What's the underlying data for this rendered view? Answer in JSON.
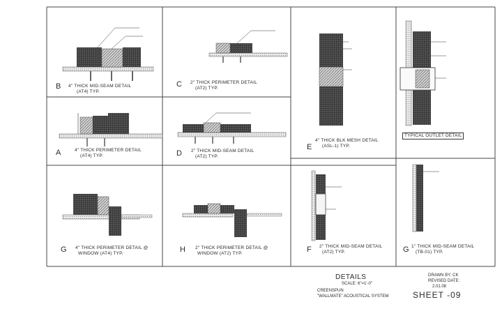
{
  "details": {
    "B": {
      "letter": "B",
      "line1": "4\" THICK MID-SEAM DETAIL",
      "line2": "(AT4) TYP."
    },
    "C": {
      "letter": "C",
      "line1": "2\" THICK PERIMETER DETAIL",
      "line2": "(AT2) TYP."
    },
    "A": {
      "letter": "A",
      "line1": "4\" THICK PERIMETER DETAIL",
      "line2": "(AT4) TYP."
    },
    "D": {
      "letter": "D",
      "line1": "2\" THICK MID-SEAM DETAIL",
      "line2": "(AT2) TYP."
    },
    "E": {
      "letter": "E",
      "line1": "4\" THICK BLK MESH DETAIL",
      "line2": "(ASL-1) TYP."
    },
    "G4": {
      "letter": "G",
      "line1": "4\" THICK PERIMETER DETAIL @",
      "line2": "WINDOW (AT4) TYP."
    },
    "H": {
      "letter": "H",
      "line1": "2\" THICK PERIMETER DETAIL @",
      "line2": "WINDOW (AT2) TYP."
    },
    "F": {
      "letter": "F",
      "line1": "2\" THICK MID-SEAM DETAIL",
      "line2": "(AT2) TYP."
    },
    "G1": {
      "letter": "G",
      "line1": "1\" THICK MID-SEAM DETAIL",
      "line2": "(TB-01) TYP."
    },
    "outlet": {
      "label": "TYPICAL OUTLET DETAIL"
    }
  },
  "title_block": {
    "heading": "DETAILS",
    "scale": "SCALE: 6\"=1'-0\"",
    "drawn_by": "DRAWN BY: CK",
    "revised_label": "REVISED DATE:",
    "revised_date": "2.01.08",
    "company": "CREENSPUN",
    "system": "\"WALLMATE\" ACOUSTICAL SYSTEM",
    "sheet": "SHEET -09"
  }
}
